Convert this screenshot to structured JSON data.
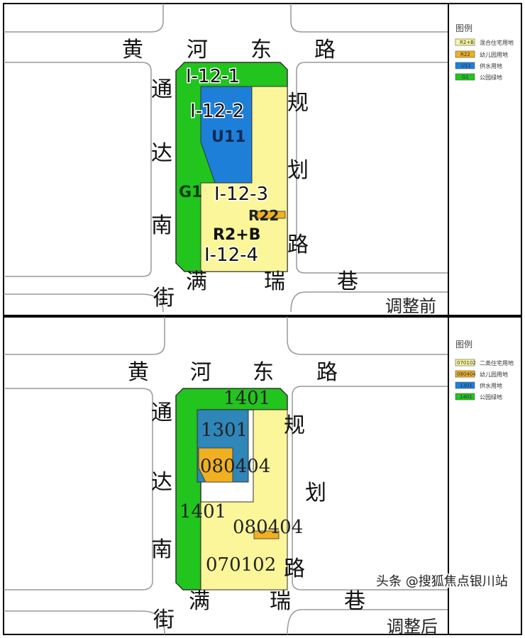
{
  "colors": {
    "residential": "#fbf69a",
    "kindergarten": "#f0b021",
    "water_supply": "#1e7fd9",
    "water_supply_after": "#2f86b8",
    "park": "#22c41e",
    "road_line": "#999999"
  },
  "before": {
    "roads": {
      "north": [
        "黄",
        "河",
        "东",
        "路"
      ],
      "west": [
        "通",
        "达",
        "南",
        "街"
      ],
      "east": [
        "规",
        "划",
        "路"
      ],
      "south": [
        "满",
        "瑞",
        "巷"
      ]
    },
    "parcels": {
      "p1": "I-12-1",
      "p2": "I-12-2",
      "p3": "I-12-3",
      "p4": "I-12-4",
      "u11": "U11",
      "g1": "G1",
      "r22": "R22",
      "r2b": "R2+B"
    },
    "stage_label": "调整前",
    "legend": {
      "title": "图例",
      "items": [
        {
          "code": "R2+B",
          "label": "混合住宅用地",
          "color": "#fbf69a"
        },
        {
          "code": "R22",
          "label": "幼儿园用地",
          "color": "#f0b021"
        },
        {
          "code": "U11",
          "label": "供水用地",
          "color": "#1e7fd9"
        },
        {
          "code": "G1",
          "label": "公园绿地",
          "color": "#22c41e"
        }
      ]
    }
  },
  "after": {
    "roads": {
      "north": [
        "黄",
        "河",
        "东",
        "路"
      ],
      "west": [
        "通",
        "达",
        "南",
        "街"
      ],
      "east": [
        "规",
        "划",
        "路"
      ],
      "south": [
        "满",
        "瑞",
        "巷"
      ]
    },
    "parcels": {
      "park_top": "1401",
      "water": "1301",
      "kg1": "080404",
      "park_left": "1401",
      "kg2": "080404",
      "res": "070102"
    },
    "stage_label": "调整后",
    "legend": {
      "title": "图例",
      "items": [
        {
          "code": "070102",
          "label": "二类住宅用地",
          "color": "#fbf69a"
        },
        {
          "code": "080404",
          "label": "幼儿园用地",
          "color": "#f0b021"
        },
        {
          "code": "1301",
          "label": "供水用地",
          "color": "#1e7fd9"
        },
        {
          "code": "1401",
          "label": "公园绿地",
          "color": "#22c41e"
        }
      ]
    }
  },
  "watermark": "头条 @搜狐焦点银川站"
}
